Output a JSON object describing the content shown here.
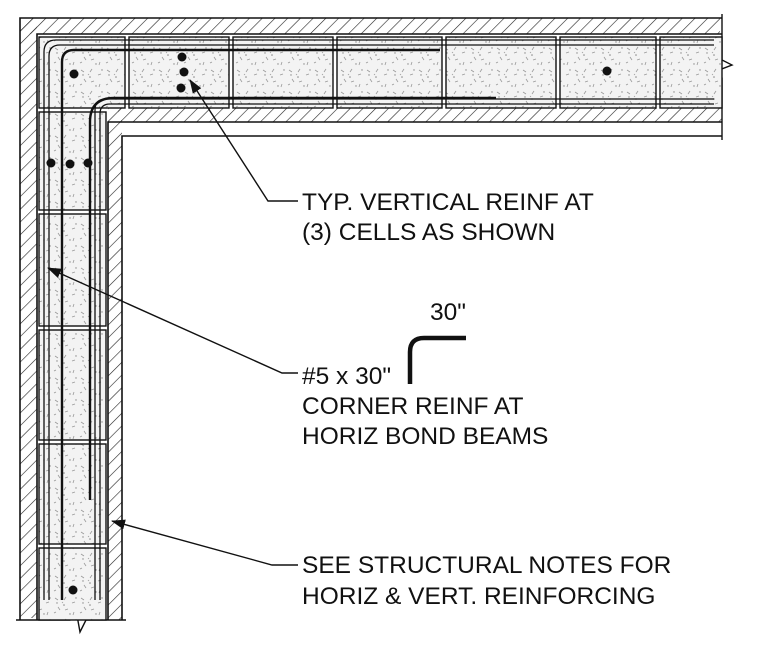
{
  "notes": {
    "vertical_reinf": {
      "line1": "TYP. VERTICAL REINF AT",
      "line2": "(3) CELLS AS SHOWN"
    },
    "corner_reinf": {
      "bar": "#5 x 30\"",
      "line2": "CORNER REINF AT",
      "line3": "HORIZ BOND BEAMS"
    },
    "structural_notes": {
      "line1": "SEE STRUCTURAL NOTES FOR",
      "line2": "HORIZ & VERT. REINFORCING"
    }
  },
  "bar_detail": {
    "dimension": "30\""
  }
}
